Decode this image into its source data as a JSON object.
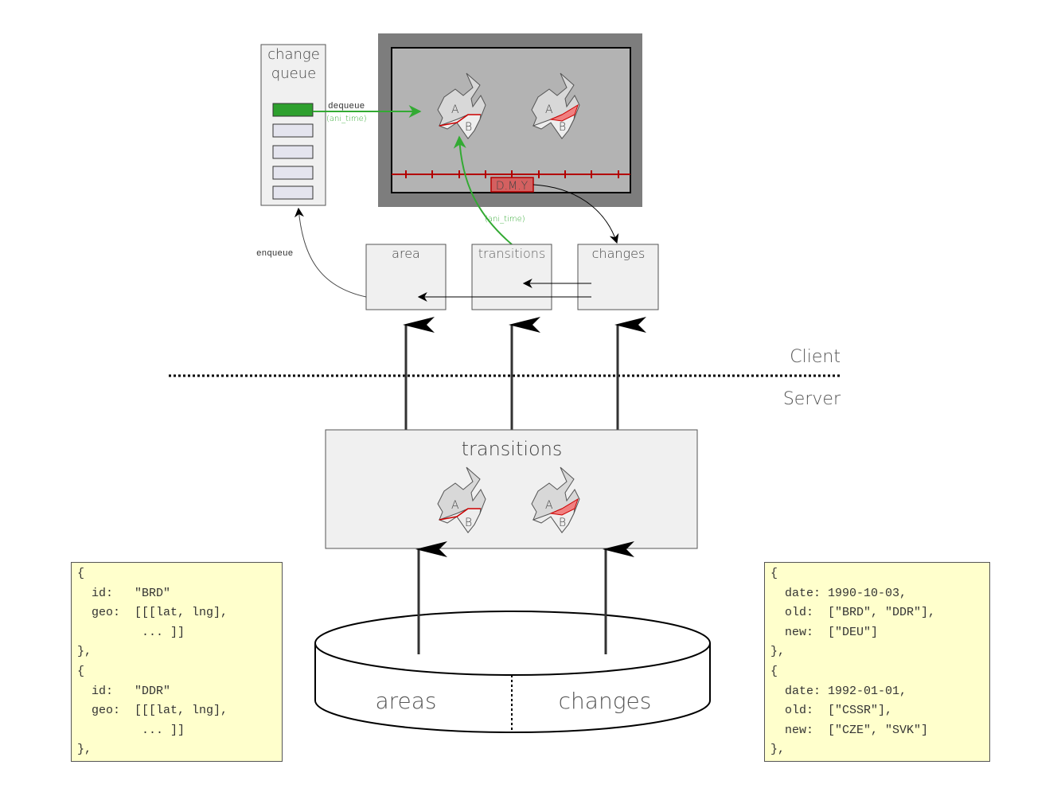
{
  "labels": {
    "change_queue_line1": "change",
    "change_queue_line2": "queue",
    "dequeue": "dequeue",
    "dequeue_ani_time": "(ani_time)",
    "upward_ani_time": "(ani_time)",
    "enqueue": "enqueue",
    "timeline_date": "D.M.Y",
    "client_box_area": "area",
    "client_box_transitions": "transitions",
    "client_box_changes": "changes",
    "client": "Client",
    "server": "Server",
    "server_transitions": "transitions",
    "db_areas": "areas",
    "db_changes": "changes"
  },
  "map_labels": {
    "a": "A",
    "b": "B"
  },
  "areas_json": [
    "{",
    "  id:   \"BRD\"",
    "  geo:  [[[lat, lng],",
    "         ... ]]",
    "},",
    "{",
    "  id:   \"DDR\"",
    "  geo:  [[[lat, lng],",
    "         ... ]]",
    "},"
  ],
  "changes_json": [
    "{",
    "  date: 1990-10-03,",
    "  old:  [\"BRD\", \"DDR\"],",
    "  new:  [\"DEU\"]",
    "},",
    "{",
    "  date: 1992-01-01,",
    "  old:  [\"CSSR\"],",
    "  new:  [\"CZE\", \"SVK\"]",
    "},"
  ],
  "colors": {
    "queue_active": "#2ea02e",
    "queue_slot": "#e4e4ee",
    "box_fill": "#f0f0f0",
    "screen_outer": "#7d7d7d",
    "screen_inner": "#b3b3b3",
    "timeline": "#b30000",
    "highlight": "#f08080",
    "code_bg": "#ffffcc",
    "green_arrow": "#33aa33"
  },
  "queue_slots": 5
}
